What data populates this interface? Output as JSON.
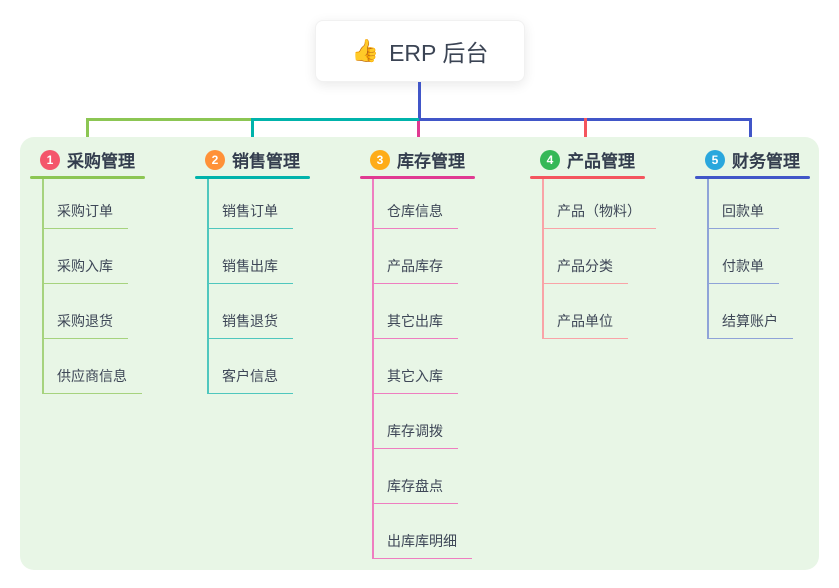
{
  "root": {
    "icon": "👍",
    "label": "ERP 后台"
  },
  "panel": {
    "background": "#e8f6e6"
  },
  "columns": [
    {
      "num": "1",
      "label": "采购管理",
      "badge_color": "#f4566b",
      "line_color": "#8cc653",
      "light_color": "#a6d37e",
      "items": [
        "采购订单",
        "采购入库",
        "采购退货",
        "供应商信息"
      ]
    },
    {
      "num": "2",
      "label": "销售管理",
      "badge_color": "#ff9138",
      "line_color": "#00b3ab",
      "light_color": "#4fc7be",
      "items": [
        "销售订单",
        "销售出库",
        "销售退货",
        "客户信息"
      ]
    },
    {
      "num": "3",
      "label": "库存管理",
      "badge_color": "#feac18",
      "line_color": "#e03a92",
      "light_color": "#ee7ec0",
      "items": [
        "仓库信息",
        "产品库存",
        "其它出库",
        "其它入库",
        "库存调拨",
        "库存盘点",
        "出库库明细"
      ]
    },
    {
      "num": "4",
      "label": "产品管理",
      "badge_color": "#35b857",
      "line_color": "#f4555e",
      "light_color": "#f9a3a7",
      "items": [
        "产品（物料）",
        "产品分类",
        "产品单位"
      ]
    },
    {
      "num": "5",
      "label": "财务管理",
      "badge_color": "#2aa7dd",
      "line_color": "#4156c8",
      "light_color": "#8fa3d8",
      "items": [
        "回款单",
        "付款单",
        "结算账户"
      ]
    }
  ]
}
